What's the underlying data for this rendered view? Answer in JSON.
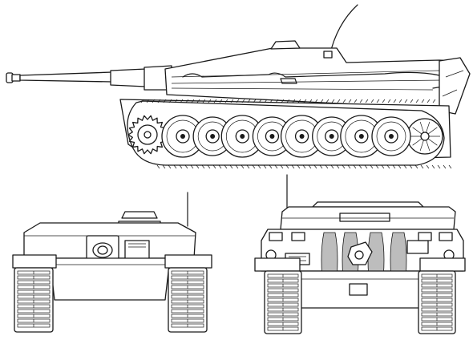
{
  "views": {
    "side": {
      "view_type": "side-elevation"
    },
    "front": {
      "view_type": "front-elevation"
    },
    "rear": {
      "view_type": "rear-elevation"
    }
  },
  "drawing_colors": {
    "line": "#1a1a1a",
    "background": "#ffffff",
    "shade": "#bdbdbd"
  },
  "side_view": {
    "road_wheel_count": 8,
    "drive_sprocket_teeth": 18,
    "idler_spokes": 10
  }
}
